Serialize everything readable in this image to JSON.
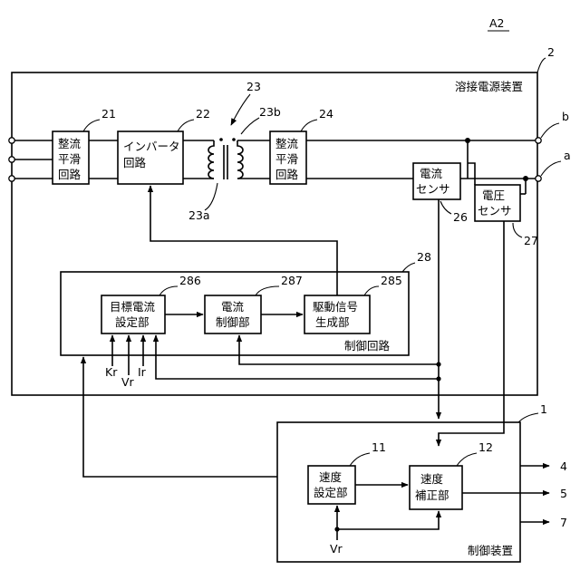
{
  "figure_label": "A2",
  "welding_power_supply": {
    "ref": "2",
    "title": "溶接電源装置",
    "rectifier_smoothing": {
      "ref": "21",
      "lines": [
        "整流",
        "平滑",
        "回路"
      ]
    },
    "inverter": {
      "ref": "22",
      "lines": [
        "インバータ",
        "回路"
      ]
    },
    "transformer": {
      "ref": "23",
      "primary_ref": "23a",
      "secondary_ref": "23b"
    },
    "rectifier_smoothing_2": {
      "ref": "24",
      "lines": [
        "整流",
        "平滑",
        "回路"
      ]
    },
    "current_sensor": {
      "ref": "26",
      "lines": [
        "電流",
        "センサ"
      ]
    },
    "voltage_sensor": {
      "ref": "27",
      "lines": [
        "電圧",
        "センサ"
      ]
    },
    "terminal_b": "b",
    "terminal_a": "a"
  },
  "control_circuit": {
    "ref": "28",
    "title": "制御回路",
    "target_current_setting": {
      "ref": "286",
      "lines": [
        "目標電流",
        "設定部"
      ]
    },
    "current_control": {
      "ref": "287",
      "lines": [
        "電流",
        "制御部"
      ]
    },
    "drive_signal_generator": {
      "ref": "285",
      "lines": [
        "駆動信号",
        "生成部"
      ]
    },
    "inputs": [
      "Kr",
      "Vr",
      "Ir"
    ]
  },
  "control_device": {
    "ref": "1",
    "title": "制御装置",
    "speed_setting": {
      "ref": "11",
      "lines": [
        "速度",
        "設定部"
      ]
    },
    "speed_correction": {
      "ref": "12",
      "lines": [
        "速度",
        "補正部"
      ]
    },
    "input_label": "Vr",
    "outputs": [
      "4",
      "5",
      "7"
    ]
  }
}
